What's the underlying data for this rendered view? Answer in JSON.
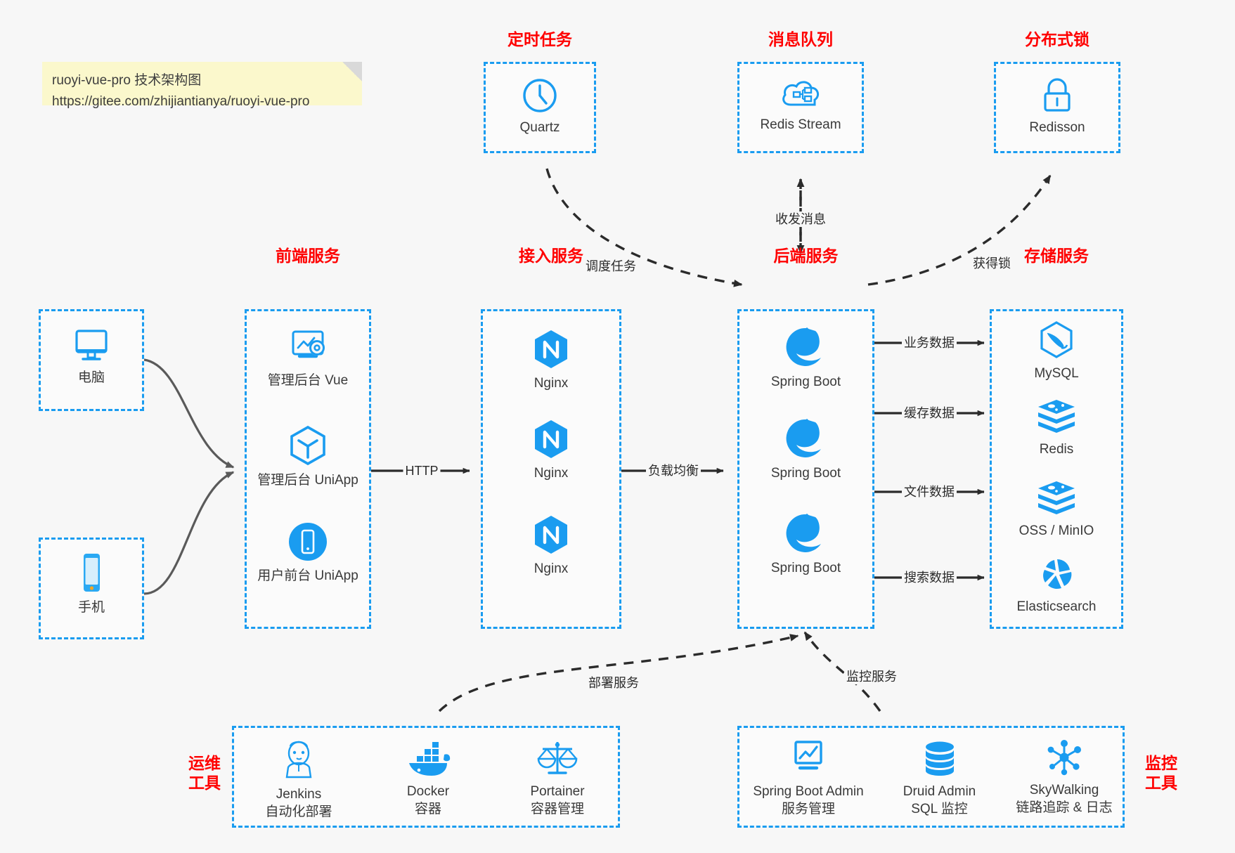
{
  "note": {
    "line1": "ruoyi-vue-pro 技术架构图",
    "line2": "https://gitee.com/zhijiantianya/ruoyi-vue-pro"
  },
  "colors": {
    "box_border": "#1a9cf0",
    "group_title": "#ff0000",
    "icon_blue": "#1a9cf0",
    "arrow": "#2b2b2b",
    "client_arrow": "#5a5a5a",
    "background": "#f7f7f7",
    "note_bg": "#fbf8cc"
  },
  "groups": {
    "scheduled_task": {
      "title": "定时任务",
      "nodes": [
        {
          "label": "Quartz",
          "icon": "clock-icon"
        }
      ]
    },
    "message_queue": {
      "title": "消息队列",
      "nodes": [
        {
          "label": "Redis Stream",
          "icon": "cloud-stream-icon"
        }
      ]
    },
    "distributed_lock": {
      "title": "分布式锁",
      "nodes": [
        {
          "label": "Redisson",
          "icon": "lock-icon"
        }
      ]
    },
    "clients": {
      "nodes": [
        {
          "label": "电脑",
          "icon": "desktop-icon"
        },
        {
          "label": "手机",
          "icon": "mobile-icon"
        }
      ]
    },
    "frontend": {
      "title": "前端服务",
      "nodes": [
        {
          "label": "管理后台 Vue",
          "icon": "dashboard-gear-icon"
        },
        {
          "label": "管理后台 UniApp",
          "icon": "cube-icon"
        },
        {
          "label": "用户前台 UniApp",
          "icon": "mobile-app-icon"
        }
      ]
    },
    "gateway": {
      "title": "接入服务",
      "nodes": [
        {
          "label": "Nginx",
          "icon": "nginx-icon"
        },
        {
          "label": "Nginx",
          "icon": "nginx-icon"
        },
        {
          "label": "Nginx",
          "icon": "nginx-icon"
        }
      ]
    },
    "backend": {
      "title": "后端服务",
      "nodes": [
        {
          "label": "Spring Boot",
          "icon": "spring-boot-icon"
        },
        {
          "label": "Spring Boot",
          "icon": "spring-boot-icon"
        },
        {
          "label": "Spring Boot",
          "icon": "spring-boot-icon"
        }
      ]
    },
    "storage": {
      "title": "存储服务",
      "nodes": [
        {
          "label": "MySQL",
          "icon": "mysql-icon"
        },
        {
          "label": "Redis",
          "icon": "redis-icon"
        },
        {
          "label": "OSS / MinIO",
          "icon": "oss-minio-icon"
        },
        {
          "label": "Elasticsearch",
          "icon": "elasticsearch-icon"
        }
      ]
    },
    "devops": {
      "title_line1": "运维",
      "title_line2": "工具",
      "nodes": [
        {
          "label": "Jenkins",
          "sublabel": "自动化部署",
          "icon": "jenkins-icon"
        },
        {
          "label": "Docker",
          "sublabel": "容器",
          "icon": "docker-icon"
        },
        {
          "label": "Portainer",
          "sublabel": "容器管理",
          "icon": "scales-icon"
        }
      ]
    },
    "monitoring": {
      "title_line1": "监控",
      "title_line2": "工具",
      "nodes": [
        {
          "label": "Spring Boot Admin",
          "sublabel": "服务管理",
          "icon": "monitor-chart-icon"
        },
        {
          "label": "Druid Admin",
          "sublabel": "SQL 监控",
          "icon": "database-icon"
        },
        {
          "label": "SkyWalking",
          "sublabel": "链路追踪 & 日志",
          "icon": "skywalking-icon"
        }
      ]
    }
  },
  "edges": {
    "schedule_task": "调度任务",
    "send_receive_message": "收发消息",
    "acquire_lock": "获得锁",
    "http": "HTTP",
    "load_balance": "负载均衡",
    "business_data": "业务数据",
    "cache_data": "缓存数据",
    "file_data": "文件数据",
    "search_data": "搜索数据",
    "deploy_service": "部署服务",
    "monitor_service": "监控服务"
  }
}
